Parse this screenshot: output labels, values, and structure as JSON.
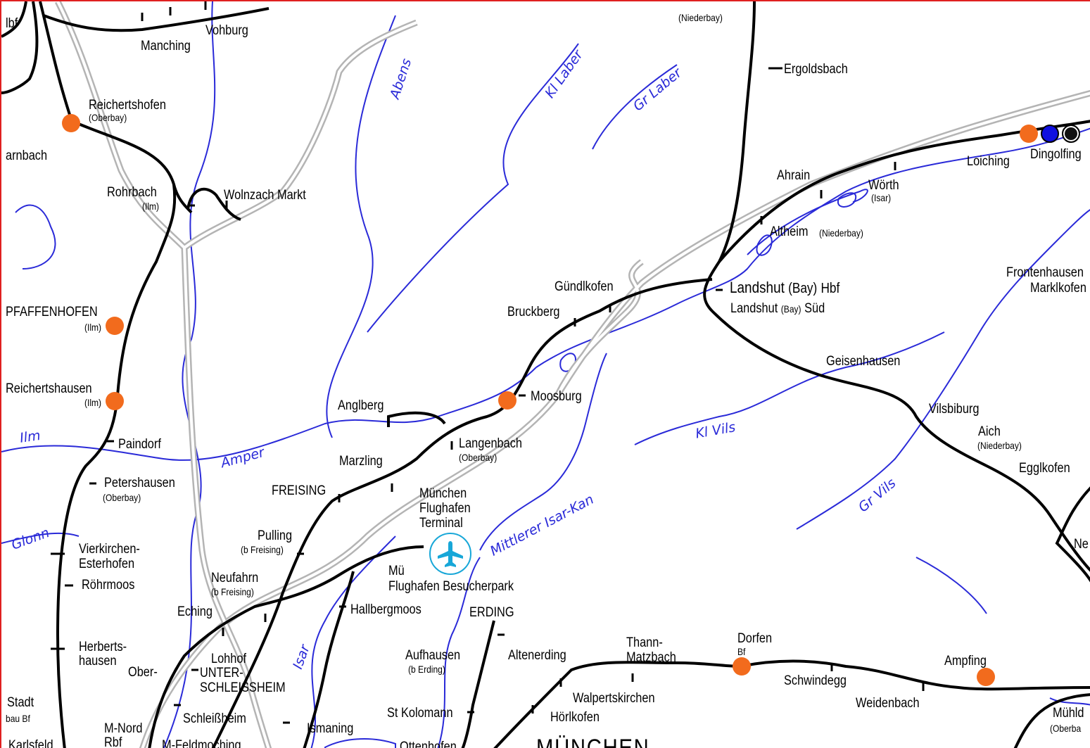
{
  "stations": {
    "ingolstadt_hbf_frag": "lbf",
    "manching": "Manching",
    "vohburg": "Vohburg",
    "neufahrn_nb_frag": "(Niederbay)",
    "ergoldsbach": "Ergoldsbach",
    "reichertshofen": "Reichertshofen",
    "reichertshofen_sub": "(Oberbay)",
    "arnbach_frag": "arnbach",
    "rohrbach": "Rohrbach",
    "rohrbach_sub": "(Ilm)",
    "wolnzach": "Wolnzach Markt",
    "loiching": "Loiching",
    "dingolfing": "Dingolfing",
    "ahrain": "Ahrain",
    "woerth": "Wörth",
    "woerth_sub": "(Isar)",
    "altheim": "Altheim",
    "altheim_sub": "(Niederbay)",
    "frontenhausen": "Frontenhausen",
    "marklkofen": "Marklkofen",
    "landshut_hbf_a": "Landshut",
    "landshut_hbf_b": "(Bay)",
    "landshut_hbf_c": "Hbf",
    "landshut_sued_a": "Landshut",
    "landshut_sued_b": "(Bay)",
    "landshut_sued_c": "Süd",
    "guendlkofen": "Gündlkofen",
    "bruckberg": "Bruckberg",
    "pfaffenhofen": "PFAFFENHOFEN",
    "pfaffenhofen_sub": "(Ilm)",
    "geisenhausen": "Geisenhausen",
    "reichertshausen": "Reichertshausen",
    "reichertshausen_sub": "(Ilm)",
    "moosburg": "Moosburg",
    "vilsbiburg": "Vilsbiburg",
    "aich": "Aich",
    "aich_sub": "(Niederbay)",
    "anglberg": "Anglberg",
    "paindorf": "Paindorf",
    "langenbach": "Langenbach",
    "langenbach_sub": "(Oberbay)",
    "egglkofen": "Egglkofen",
    "marzling": "Marzling",
    "petershausen": "Petershausen",
    "petershausen_sub": "(Oberbay)",
    "freising": "FREISING",
    "flughafen_terminal_1": "München",
    "flughafen_terminal_2": "Flughafen",
    "flughafen_terminal_3": "Terminal",
    "neumarkt_frag": "Ne",
    "pulling": "Pulling",
    "pulling_sub": "(b Freising)",
    "vierkirchen_1": "Vierkirchen-",
    "vierkirchen_2": "Esterhofen",
    "muenchen_flughafen_bp_1": "Mü",
    "muenchen_flughafen_bp_2": "Flughafen Besucherpark",
    "roehrmoos": "Röhrmoos",
    "neufahrn": "Neufahrn",
    "neufahrn_sub": "(b Freising)",
    "eching": "Eching",
    "hallbergmoos": "Hallbergmoos",
    "erding": "ERDING",
    "dorfen_1": "Dorfen",
    "dorfen_2": "Bf",
    "thann_1": "Thann-",
    "thann_2": "Matzbach",
    "herbertshausen_1": "Herberts-",
    "herbertshausen_2": "hausen",
    "aufhausen": "Aufhausen",
    "aufhausen_sub": "(b Erding)",
    "altenerding": "Altenerding",
    "ampfing": "Ampfing",
    "ober_frag": "Ober-",
    "lohhof": "Lohhof",
    "unterschleissheim_1": "UNTER-",
    "unterschleissheim_2": "SCHLEISSHEIM",
    "schwindegg": "Schwindegg",
    "weidenbach": "Weidenbach",
    "walpertskirchen": "Walpertskirchen",
    "stadt_frag": "Stadt",
    "bau_bf_frag": "bau Bf",
    "schleissheim": "Schleißheim",
    "st_kolomann": "St Kolomann",
    "hoerlkofen": "Hörlkofen",
    "muehldorf_1": "Mühld",
    "muehldorf_2": "(Oberba",
    "m_nord_1": "M-Nord",
    "m_nord_2": "Rbf",
    "ismaning": "Ismaning",
    "karlsfeld": "Karlsfeld",
    "m_feldmoching": "M-Feldmoching",
    "ottenhofen": "Ottenhofen",
    "muenchen_big": "MÜNCHEN"
  },
  "rivers": {
    "abens": "Abens",
    "kl_laber": "Kl Laber",
    "gr_laber": "Gr Laber",
    "ilm": "Ilm",
    "amper": "Amper",
    "glonn": "Glonn",
    "kl_vils": "Kl Vils",
    "gr_vils": "Gr Vils",
    "mittlerer_isar_kanal": "Mittlerer Isar-Kan",
    "isar": "Isar"
  },
  "colors": {
    "rail": "#000000",
    "highway": "#b4b4b4",
    "river": "#2a2ad8",
    "station_dot": "#f26b1d",
    "airport": "#18a7d8",
    "frame": "#e02020"
  },
  "icons": {
    "airport": "airplane-icon"
  }
}
